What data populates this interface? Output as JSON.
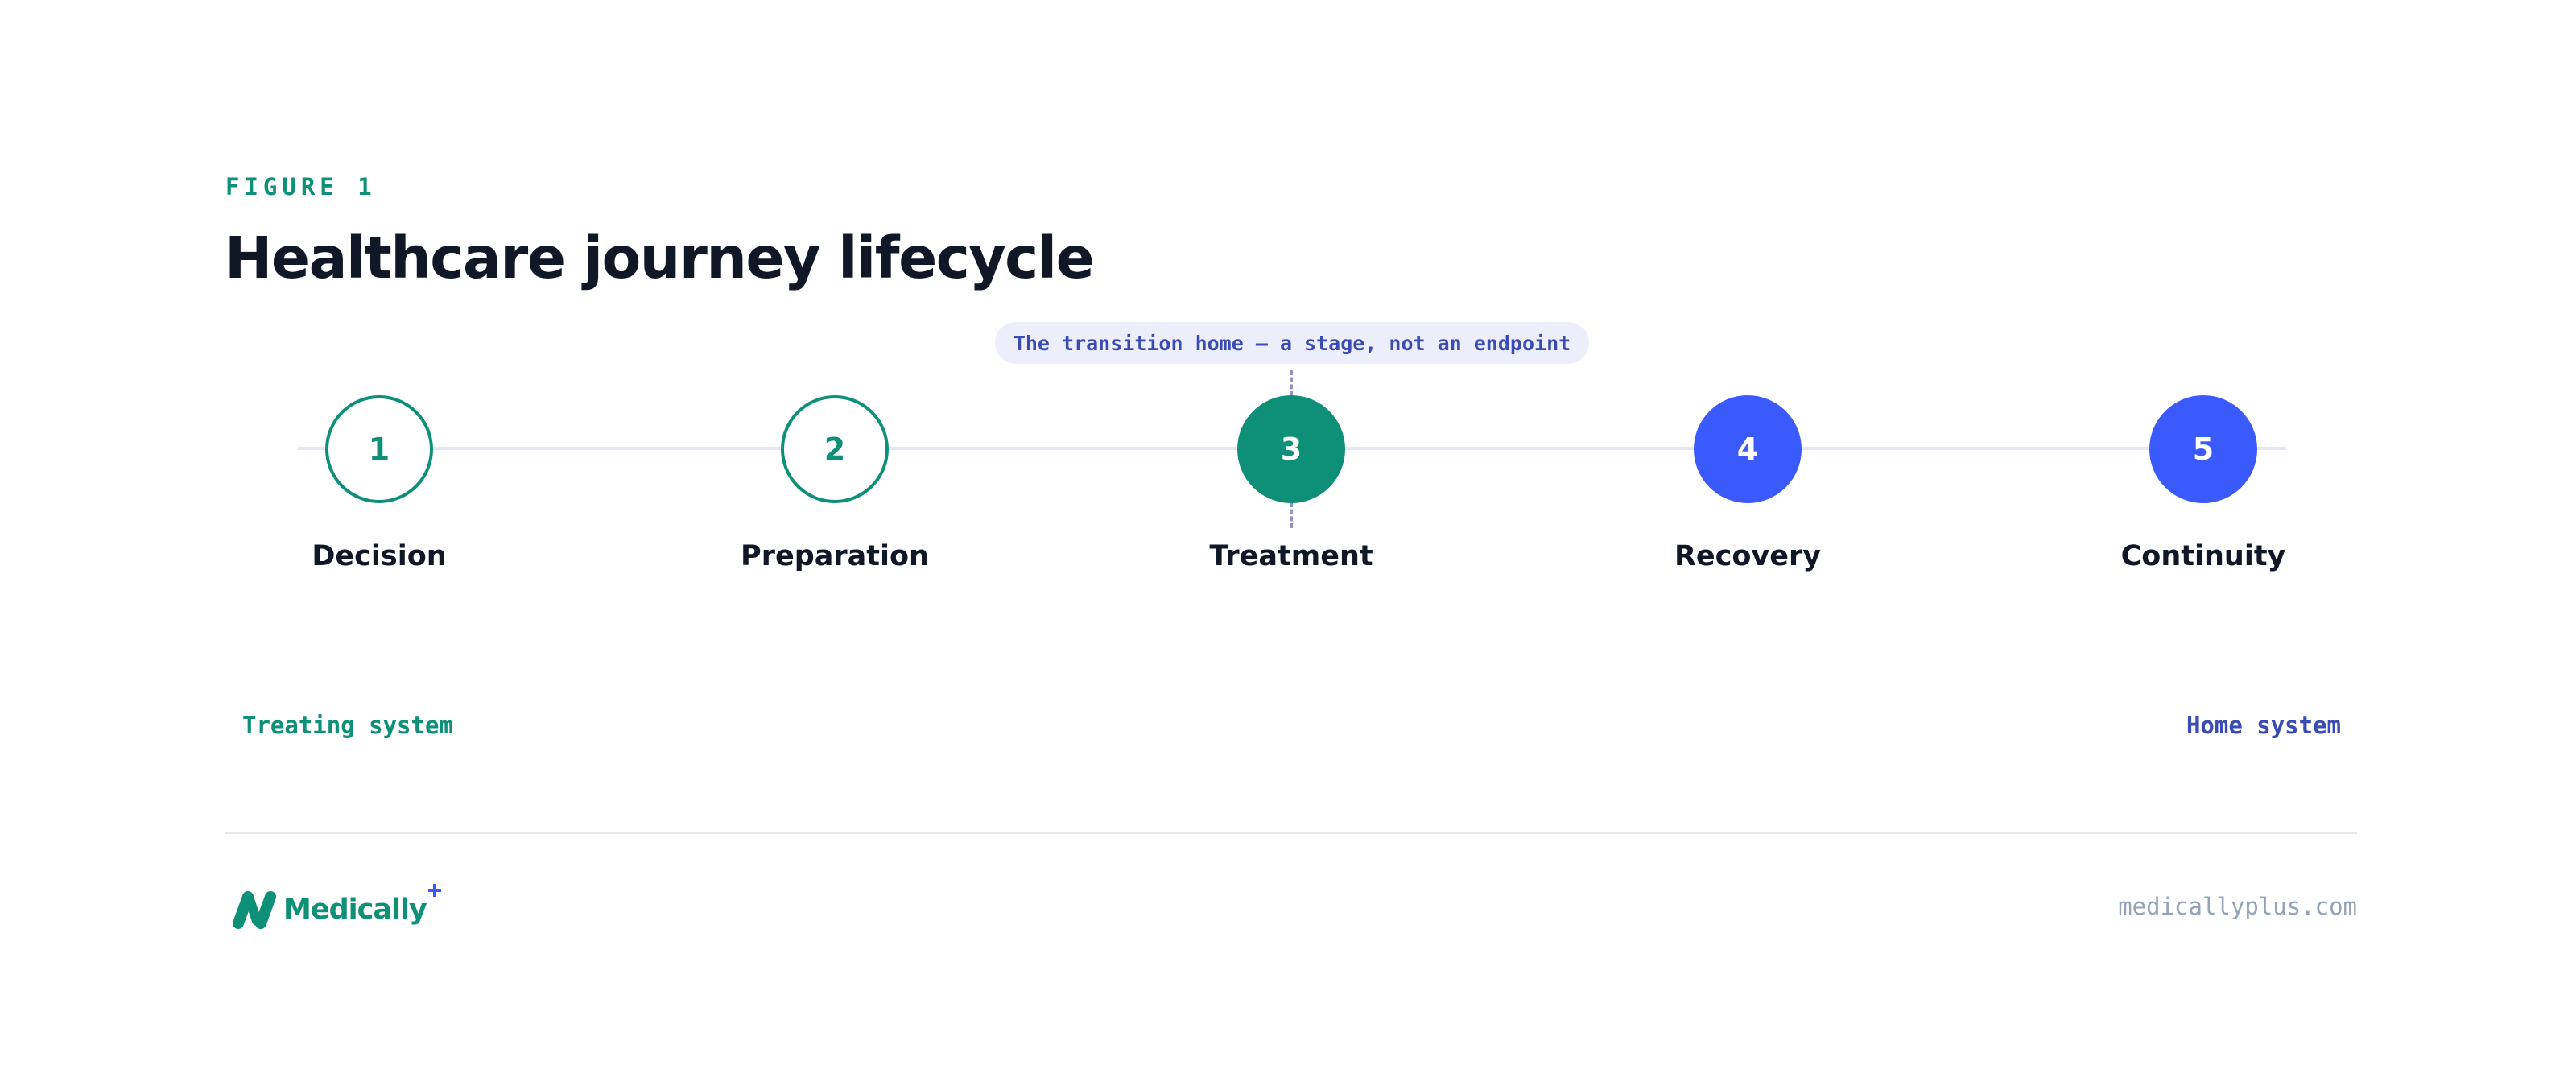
{
  "figure_label": "FIGURE 1",
  "title": "Healthcare journey lifecycle",
  "callout": "The transition home — a stage, not an endpoint",
  "stages": [
    {
      "number": "1",
      "name": "Decision",
      "system": "treating",
      "style": "outline"
    },
    {
      "number": "2",
      "name": "Preparation",
      "system": "treating",
      "style": "outline"
    },
    {
      "number": "3",
      "name": "Treatment",
      "system": "treating",
      "style": "filled",
      "highlighted": true
    },
    {
      "number": "4",
      "name": "Recovery",
      "system": "home",
      "style": "filled"
    },
    {
      "number": "5",
      "name": "Continuity",
      "system": "home",
      "style": "filled"
    }
  ],
  "systems": {
    "treating": "Treating system",
    "home": "Home system"
  },
  "footer": {
    "brand": "Medically",
    "brand_superscript": "+",
    "website": "medicallyplus.com"
  },
  "colors": {
    "treating": "#0e8f78",
    "home": "#3a5afe",
    "callout_text": "#3a4bb3",
    "callout_bg": "#eceefb",
    "title": "#101828",
    "muted": "#94a3b8"
  }
}
